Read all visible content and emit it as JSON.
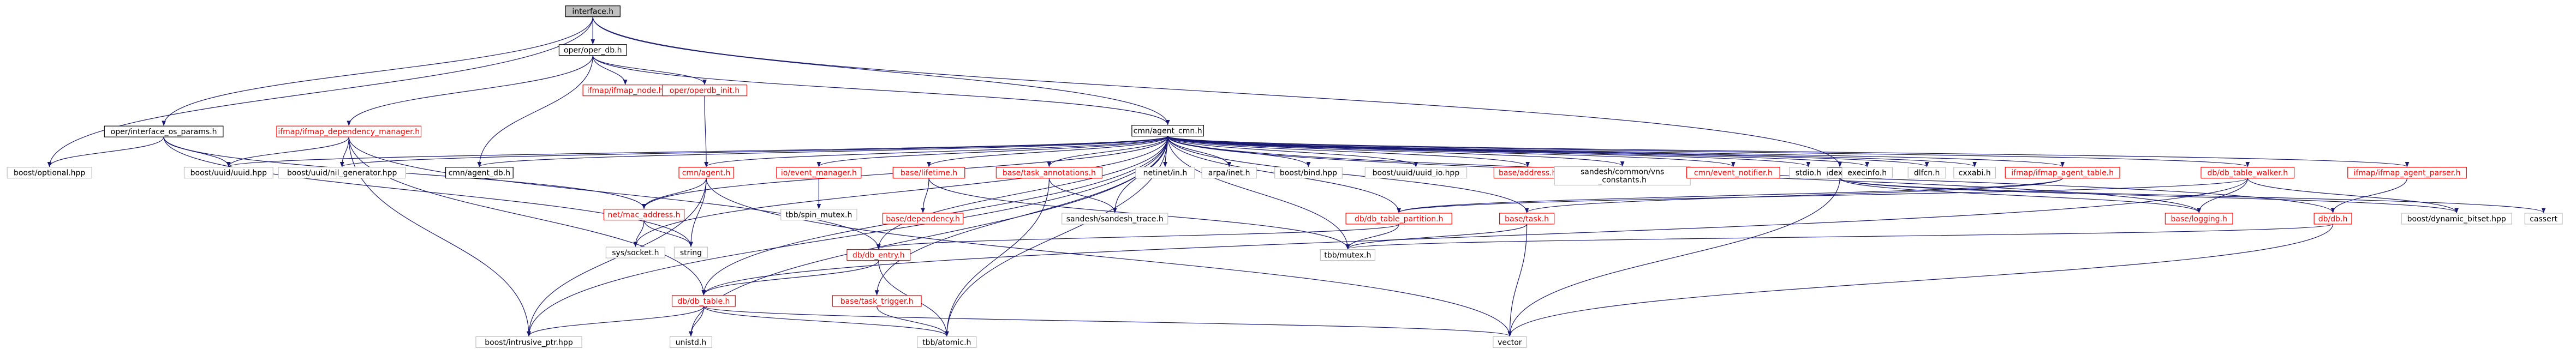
{
  "colors": {
    "edge": "#191970",
    "box_stroke_default": "#000000",
    "box_stroke_external": "#bfbfbf",
    "box_stroke_red": "#ff0000",
    "box_fill_default": "#ffffff",
    "box_fill_root": "#bfbfbf",
    "text_default": "#000000",
    "text_red": "#ff0000"
  },
  "nodes": [
    {
      "id": "interface_h",
      "label": "interface.h",
      "style": "root"
    },
    {
      "id": "oper_db_h",
      "label": "oper/oper_db.h",
      "style": "normal"
    },
    {
      "id": "ifmap_node_h",
      "label": "ifmap/ifmap_node.h",
      "style": "red"
    },
    {
      "id": "operdb_init_h",
      "label": "oper/operdb_init.h",
      "style": "red"
    },
    {
      "id": "interface_os_params_h",
      "label": "oper/interface_os_params.h",
      "style": "normal"
    },
    {
      "id": "ifmap_dependency_manager_h",
      "label": "ifmap/ifmap_dependency_manager.h",
      "style": "red"
    },
    {
      "id": "agent_cmn_h",
      "label": "cmn/agent_cmn.h",
      "style": "normal"
    },
    {
      "id": "index_vector_h",
      "label": "cmn/index_vector.h",
      "style": "normal"
    },
    {
      "id": "boost_optional_hpp",
      "label": "boost/optional.hpp",
      "style": "external"
    },
    {
      "id": "boost_uuid_uuid_hpp",
      "label": "boost/uuid/uuid.hpp",
      "style": "external"
    },
    {
      "id": "boost_uuid_nil_generator_hpp",
      "label": "boost/uuid/nil_generator.hpp",
      "style": "external"
    },
    {
      "id": "agent_db_h",
      "label": "cmn/agent_db.h",
      "style": "normal"
    },
    {
      "id": "agent_h",
      "label": "cmn/agent.h",
      "style": "red"
    },
    {
      "id": "event_manager_h",
      "label": "io/event_manager.h",
      "style": "red"
    },
    {
      "id": "base_lifetime_h",
      "label": "base/lifetime.h",
      "style": "red"
    },
    {
      "id": "base_task_annotations_h",
      "label": "base/task_annotations.h",
      "style": "red"
    },
    {
      "id": "netinet_in_h",
      "label": "netinet/in.h",
      "style": "external"
    },
    {
      "id": "arpa_inet_h",
      "label": "arpa/inet.h",
      "style": "external"
    },
    {
      "id": "boost_bind_hpp",
      "label": "boost/bind.hpp",
      "style": "external"
    },
    {
      "id": "boost_uuid_uuid_io_hpp",
      "label": "boost/uuid/uuid_io.hpp",
      "style": "external"
    },
    {
      "id": "base_address_h",
      "label": "base/address.h",
      "style": "red"
    },
    {
      "id": "sandesh_vns_constants_h",
      "label": "sandesh/common/vns_constants.h",
      "style": "external"
    },
    {
      "id": "event_notifier_h",
      "label": "cmn/event_notifier.h",
      "style": "red"
    },
    {
      "id": "stdio_h",
      "label": "stdio.h",
      "style": "external"
    },
    {
      "id": "execinfo_h",
      "label": "execinfo.h",
      "style": "external"
    },
    {
      "id": "dlfcn_h",
      "label": "dlfcn.h",
      "style": "external"
    },
    {
      "id": "cxxabi_h",
      "label": "cxxabi.h",
      "style": "external"
    },
    {
      "id": "ifmap_agent_table_h",
      "label": "ifmap/ifmap_agent_table.h",
      "style": "red"
    },
    {
      "id": "db_table_walker_h",
      "label": "db/db_table_walker.h",
      "style": "red"
    },
    {
      "id": "ifmap_agent_parser_h",
      "label": "ifmap/ifmap_agent_parser.h",
      "style": "red"
    },
    {
      "id": "net_mac_address_h",
      "label": "net/mac_address.h",
      "style": "red"
    },
    {
      "id": "tbb_spin_mutex_h",
      "label": "tbb/spin_mutex.h",
      "style": "external"
    },
    {
      "id": "base_dependency_h",
      "label": "base/dependency.h",
      "style": "red"
    },
    {
      "id": "sandesh_trace_h",
      "label": "sandesh/sandesh_trace.h",
      "style": "external"
    },
    {
      "id": "db_table_partition_h",
      "label": "db/db_table_partition.h",
      "style": "red"
    },
    {
      "id": "base_task_h",
      "label": "base/task.h",
      "style": "red"
    },
    {
      "id": "base_logging_h",
      "label": "base/logging.h",
      "style": "red"
    },
    {
      "id": "db_db_h",
      "label": "db/db.h",
      "style": "red"
    },
    {
      "id": "boost_dynamic_bitset_hpp",
      "label": "boost/dynamic_bitset.hpp",
      "style": "external"
    },
    {
      "id": "cassert",
      "label": "cassert",
      "style": "external"
    },
    {
      "id": "sys_socket_h",
      "label": "sys/socket.h",
      "style": "external"
    },
    {
      "id": "string",
      "label": "string",
      "style": "external"
    },
    {
      "id": "db_entry_h",
      "label": "db/db_entry.h",
      "style": "red"
    },
    {
      "id": "tbb_mutex_h",
      "label": "tbb/mutex.h",
      "style": "external"
    },
    {
      "id": "db_table_h",
      "label": "db/db_table.h",
      "style": "red"
    },
    {
      "id": "base_task_trigger_h",
      "label": "base/task_trigger.h",
      "style": "red"
    },
    {
      "id": "boost_intrusive_ptr_hpp",
      "label": "boost/intrusive_ptr.hpp",
      "style": "external"
    },
    {
      "id": "unistd_h",
      "label": "unistd.h",
      "style": "external"
    },
    {
      "id": "tbb_atomic_h",
      "label": "tbb/atomic.h",
      "style": "external"
    },
    {
      "id": "vector",
      "label": "vector",
      "style": "external"
    }
  ],
  "edges": [
    [
      "interface_h",
      "oper_db_h"
    ],
    [
      "interface_h",
      "interface_os_params_h"
    ],
    [
      "interface_h",
      "agent_cmn_h"
    ],
    [
      "interface_h",
      "index_vector_h"
    ],
    [
      "interface_h",
      "boost_optional_hpp"
    ],
    [
      "oper_db_h",
      "ifmap_node_h"
    ],
    [
      "oper_db_h",
      "operdb_init_h"
    ],
    [
      "oper_db_h",
      "ifmap_dependency_manager_h"
    ],
    [
      "oper_db_h",
      "agent_cmn_h"
    ],
    [
      "oper_db_h",
      "agent_db_h"
    ],
    [
      "operdb_init_h",
      "agent_h"
    ],
    [
      "interface_os_params_h",
      "boost_optional_hpp"
    ],
    [
      "interface_os_params_h",
      "boost_uuid_uuid_hpp"
    ],
    [
      "interface_os_params_h",
      "net_mac_address_h"
    ],
    [
      "interface_os_params_h",
      "string"
    ],
    [
      "ifmap_dependency_manager_h",
      "boost_uuid_uuid_hpp"
    ],
    [
      "ifmap_dependency_manager_h",
      "boost_uuid_nil_generator_hpp"
    ],
    [
      "ifmap_dependency_manager_h",
      "boost_intrusive_ptr_hpp"
    ],
    [
      "ifmap_dependency_manager_h",
      "db_table_h"
    ],
    [
      "ifmap_dependency_manager_h",
      "db_entry_h"
    ],
    [
      "agent_cmn_h",
      "boost_uuid_uuid_hpp"
    ],
    [
      "agent_cmn_h",
      "boost_uuid_nil_generator_hpp"
    ],
    [
      "agent_cmn_h",
      "agent_db_h"
    ],
    [
      "agent_cmn_h",
      "agent_h"
    ],
    [
      "agent_cmn_h",
      "event_manager_h"
    ],
    [
      "agent_cmn_h",
      "base_lifetime_h"
    ],
    [
      "agent_cmn_h",
      "base_task_annotations_h"
    ],
    [
      "agent_cmn_h",
      "netinet_in_h"
    ],
    [
      "agent_cmn_h",
      "arpa_inet_h"
    ],
    [
      "agent_cmn_h",
      "boost_bind_hpp"
    ],
    [
      "agent_cmn_h",
      "boost_uuid_uuid_io_hpp"
    ],
    [
      "agent_cmn_h",
      "base_address_h"
    ],
    [
      "agent_cmn_h",
      "sandesh_vns_constants_h"
    ],
    [
      "agent_cmn_h",
      "event_notifier_h"
    ],
    [
      "agent_cmn_h",
      "stdio_h"
    ],
    [
      "agent_cmn_h",
      "execinfo_h"
    ],
    [
      "agent_cmn_h",
      "dlfcn_h"
    ],
    [
      "agent_cmn_h",
      "cxxabi_h"
    ],
    [
      "agent_cmn_h",
      "ifmap_agent_table_h"
    ],
    [
      "agent_cmn_h",
      "db_table_walker_h"
    ],
    [
      "agent_cmn_h",
      "ifmap_agent_parser_h"
    ],
    [
      "agent_cmn_h",
      "db_table_h"
    ],
    [
      "agent_cmn_h",
      "db_entry_h"
    ],
    [
      "agent_cmn_h",
      "base_task_h"
    ],
    [
      "agent_cmn_h",
      "base_logging_h"
    ],
    [
      "agent_cmn_h",
      "db_db_h"
    ],
    [
      "agent_cmn_h",
      "base_task_trigger_h"
    ],
    [
      "agent_cmn_h",
      "sandesh_trace_h"
    ],
    [
      "agent_cmn_h",
      "boost_intrusive_ptr_hpp"
    ],
    [
      "agent_cmn_h",
      "unistd_h"
    ],
    [
      "agent_cmn_h",
      "sys_socket_h"
    ],
    [
      "agent_cmn_h",
      "tbb_atomic_h"
    ],
    [
      "agent_cmn_h",
      "tbb_mutex_h"
    ],
    [
      "agent_cmn_h",
      "db_table_partition_h"
    ],
    [
      "agent_cmn_h",
      "net_mac_address_h"
    ],
    [
      "agent_h",
      "net_mac_address_h"
    ],
    [
      "agent_h",
      "string"
    ],
    [
      "agent_h",
      "boost_intrusive_ptr_hpp"
    ],
    [
      "agent_h",
      "vector"
    ],
    [
      "event_manager_h",
      "tbb_spin_mutex_h"
    ],
    [
      "base_lifetime_h",
      "base_dependency_h"
    ],
    [
      "base_lifetime_h",
      "tbb_mutex_h"
    ],
    [
      "base_task_annotations_h",
      "tbb_atomic_h"
    ],
    [
      "base_task_annotations_h",
      "sandesh_trace_h"
    ],
    [
      "ifmap_agent_table_h",
      "base_task_h"
    ],
    [
      "ifmap_agent_table_h",
      "db_table_partition_h"
    ],
    [
      "db_table_walker_h",
      "base_logging_h"
    ],
    [
      "db_table_walker_h",
      "boost_dynamic_bitset_hpp"
    ],
    [
      "db_table_walker_h",
      "db_table_partition_h"
    ],
    [
      "db_table_walker_h",
      "db_table_h"
    ],
    [
      "ifmap_agent_parser_h",
      "db_db_h"
    ],
    [
      "index_vector_h",
      "base_logging_h"
    ],
    [
      "index_vector_h",
      "boost_dynamic_bitset_hpp"
    ],
    [
      "index_vector_h",
      "cassert"
    ],
    [
      "index_vector_h",
      "vector"
    ],
    [
      "net_mac_address_h",
      "sys_socket_h"
    ],
    [
      "net_mac_address_h",
      "string"
    ],
    [
      "db_table_partition_h",
      "tbb_mutex_h"
    ],
    [
      "db_table_partition_h",
      "db_entry_h"
    ],
    [
      "base_task_h",
      "tbb_mutex_h"
    ],
    [
      "base_task_h",
      "vector"
    ],
    [
      "db_db_h",
      "tbb_mutex_h"
    ],
    [
      "db_db_h",
      "vector"
    ],
    [
      "db_entry_h",
      "tbb_atomic_h"
    ],
    [
      "db_entry_h",
      "db_table_h"
    ],
    [
      "db_table_h",
      "boost_intrusive_ptr_hpp"
    ],
    [
      "db_table_h",
      "unistd_h"
    ],
    [
      "db_table_h",
      "tbb_atomic_h"
    ],
    [
      "db_table_h",
      "vector"
    ],
    [
      "base_task_trigger_h",
      "tbb_atomic_h"
    ]
  ]
}
